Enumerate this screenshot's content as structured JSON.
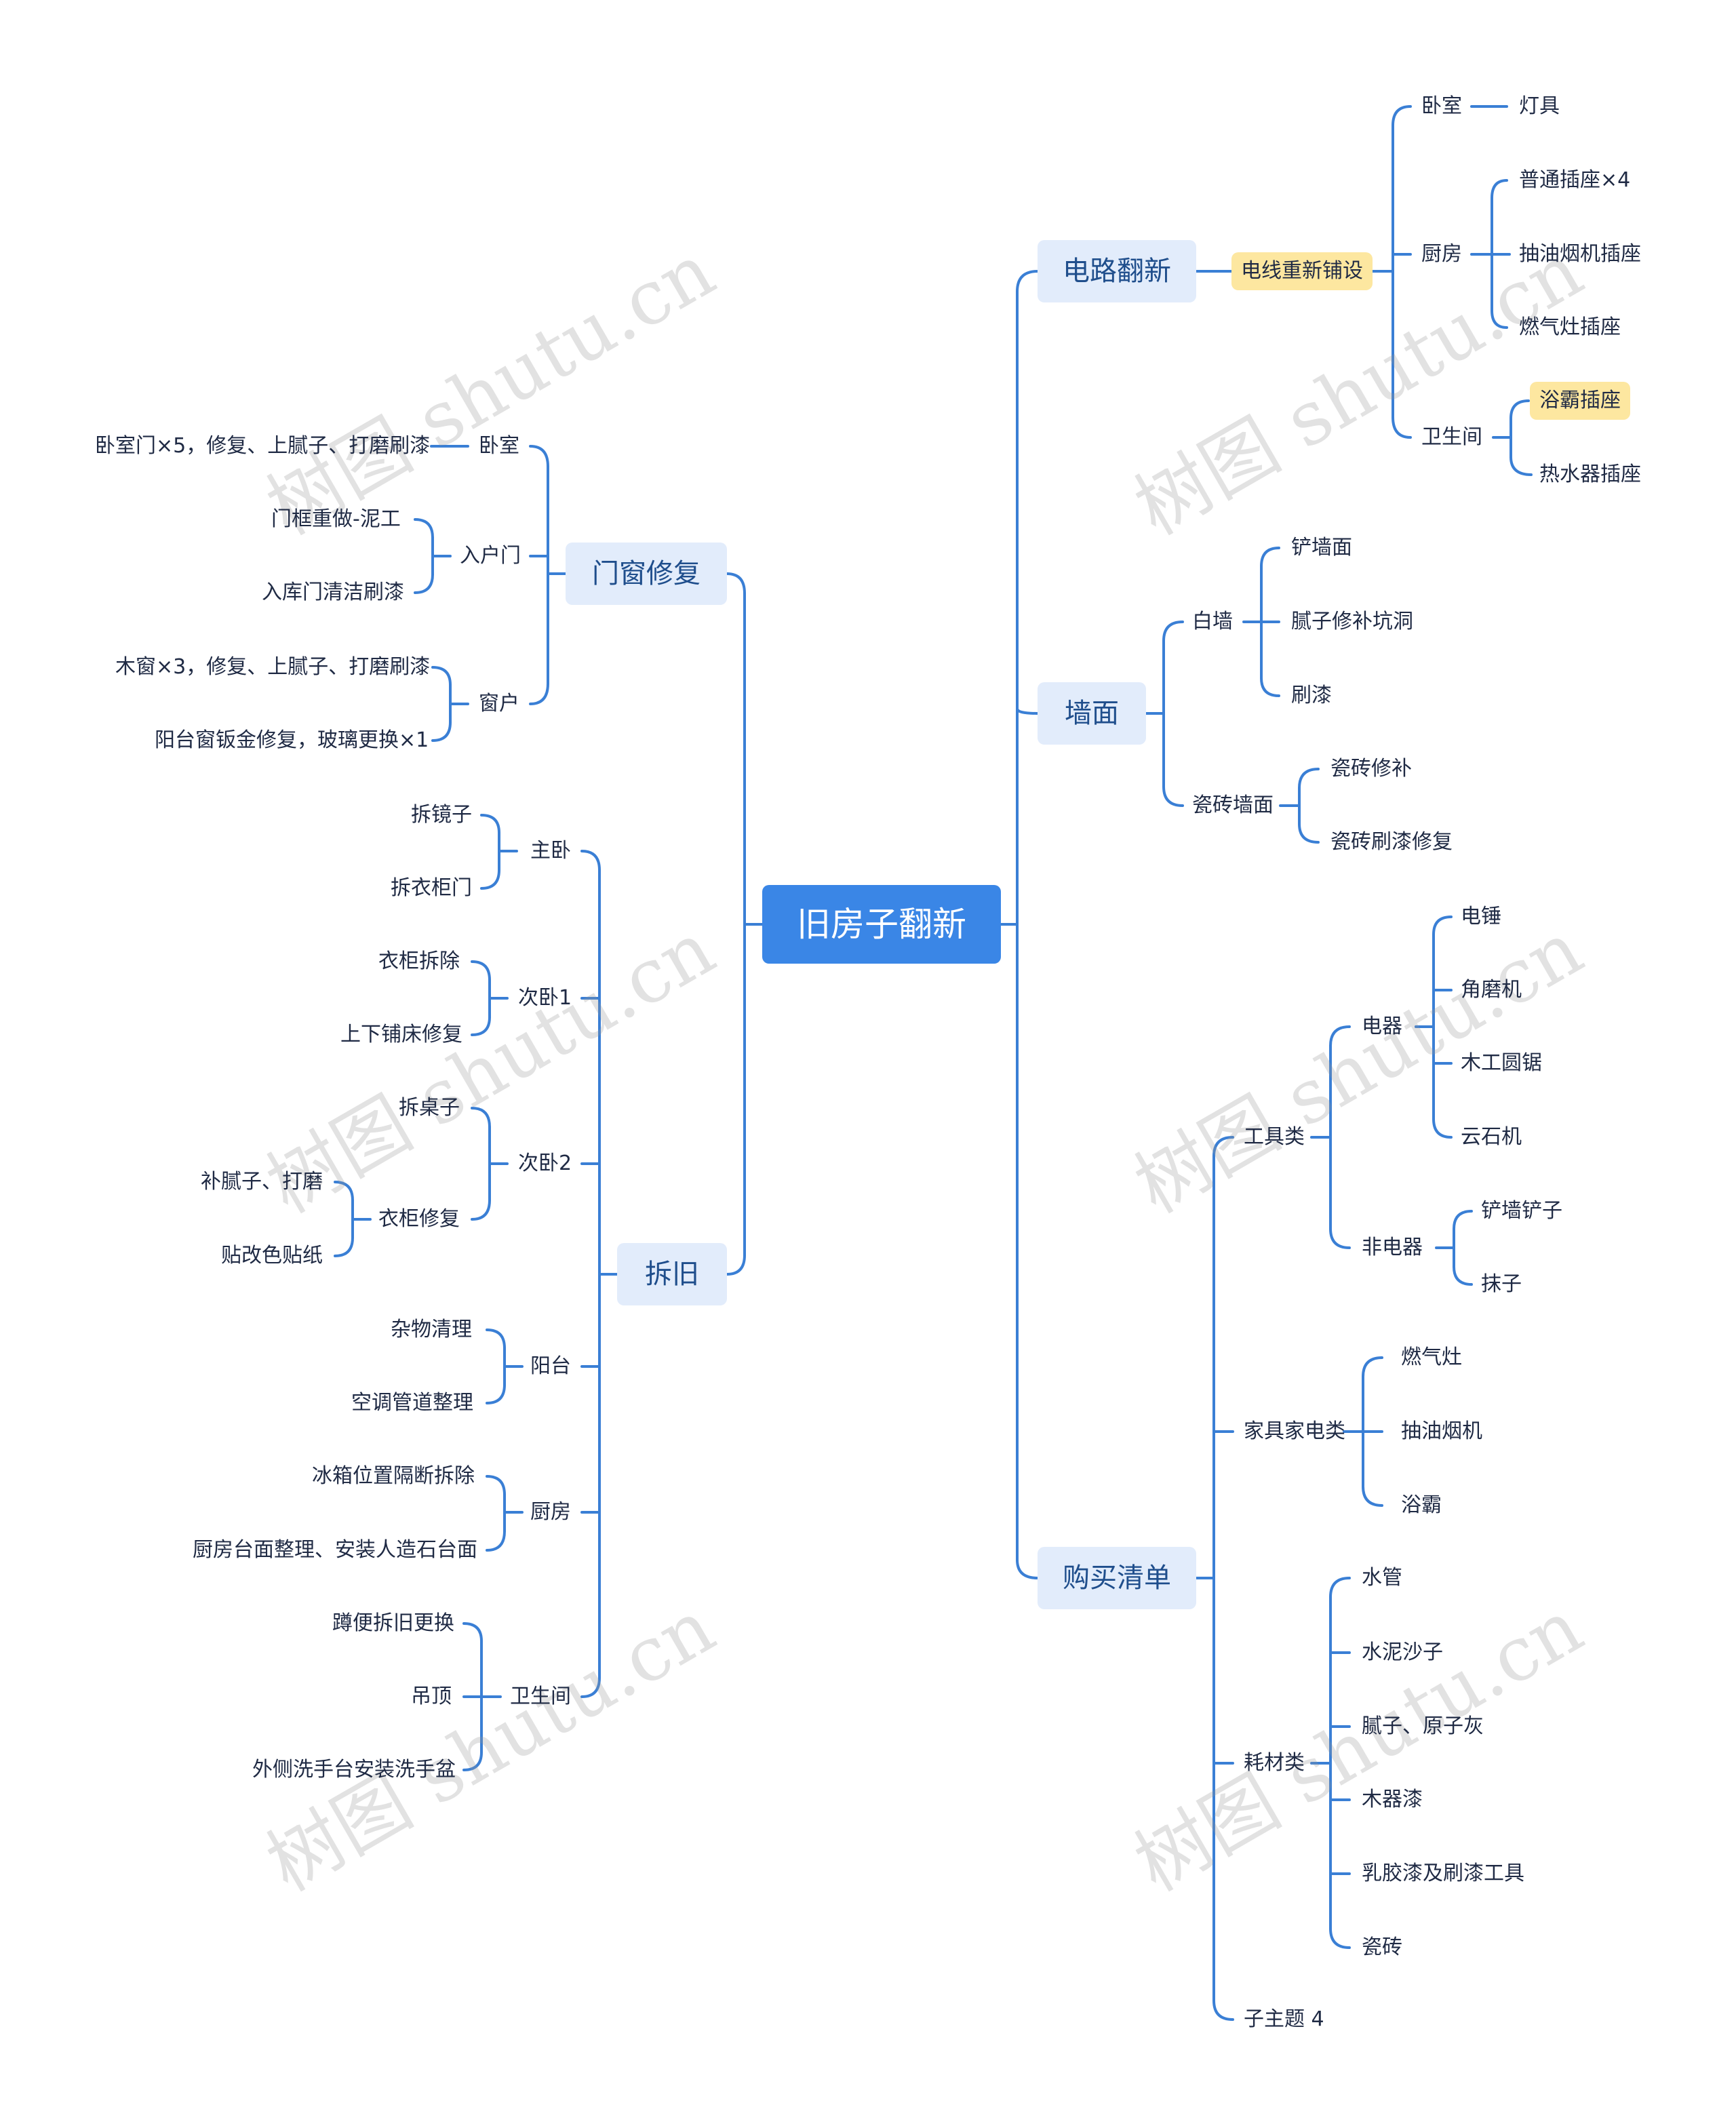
{
  "root": "旧房子翻新",
  "branches": {
    "dianlu": {
      "label": "电路翻新",
      "sub": "电线重新铺设",
      "woshi": "卧室",
      "dengju": "灯具",
      "chufang": "厨房",
      "putong": "普通插座×4",
      "chouyou": "抽油烟机插座",
      "ranqi": "燃气灶插座",
      "weishengjian": "卫生间",
      "yuba": "浴霸插座",
      "reshui": "热水器插座"
    },
    "qiangmian": {
      "label": "墙面",
      "baiqiang": "白墙",
      "chan": "铲墙面",
      "nizi": "腻子修补坑洞",
      "shuaqi": "刷漆",
      "cizhuan": "瓷砖墙面",
      "cizhuan_xiubu": "瓷砖修补",
      "cizhuan_shuaqi": "瓷砖刷漆修复"
    },
    "goumai": {
      "label": "购买清单",
      "gongju": "工具类",
      "dianqi": "电器",
      "dianchui": "电锤",
      "jiaomo": "角磨机",
      "mugong": "木工圆锯",
      "yunshi": "云石机",
      "feidianqi": "非电器",
      "chanqiang": "铲墙铲子",
      "mozi": "抹子",
      "jiaju": "家具家电类",
      "ranqizao": "燃气灶",
      "youyan": "抽油烟机",
      "yuba": "浴霸",
      "haocai": "耗材类",
      "shuiguan": "水管",
      "shuini": "水泥沙子",
      "nizi": "腻子、原子灰",
      "muqi": "木器漆",
      "rujiao": "乳胶漆及刷漆工具",
      "cizhuan": "瓷砖",
      "zizhuti": "子主题 4"
    },
    "menchuang": {
      "label": "门窗修复",
      "woshi": "卧室",
      "woshi_detail": "卧室门×5，修复、上腻子、打磨刷漆",
      "ruhu": "入户门",
      "menkuang": "门框重做-泥工",
      "ruku": "入库门清洁刷漆",
      "chuanghu": "窗户",
      "muchuang": "木窗×3，修复、上腻子、打磨刷漆",
      "yangtai": "阳台窗钣金修复，玻璃更换×1"
    },
    "chaijiu": {
      "label": "拆旧",
      "zhuwo": "主卧",
      "jingzi": "拆镜子",
      "yigui": "拆衣柜门",
      "ciwo1": "次卧1",
      "yigui_chai": "衣柜拆除",
      "shangxia": "上下铺床修复",
      "ciwo2": "次卧2",
      "zhuozi": "拆桌子",
      "yigui_xiu": "衣柜修复",
      "bunizi": "补腻子、打磨",
      "tiezhi": "贴改色贴纸",
      "yangtai": "阳台",
      "zawu": "杂物清理",
      "kongtiao": "空调管道整理",
      "chufang": "厨房",
      "bingxiang": "冰箱位置隔断拆除",
      "taimian": "厨房台面整理、安装人造石台面",
      "weisheng": "卫生间",
      "dunbian": "蹲便拆旧更换",
      "diaoding": "吊顶",
      "xishou": "外侧洗手台安装洗手盆"
    }
  },
  "watermark": "树图 shutu.cn",
  "colors": {
    "line": "#3a7fd5",
    "root": "#3a86e6",
    "main_bg": "#e2ecfb",
    "highlight": "#fde7a0"
  }
}
